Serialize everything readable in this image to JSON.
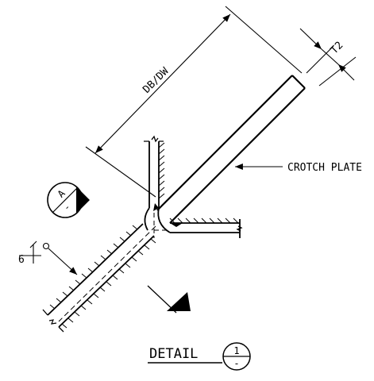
{
  "labels": {
    "db_dw": "DB/DW",
    "t2": "T2",
    "crotch_plate": "CROTCH PLATE",
    "weld_size": "6",
    "section_letter": "A",
    "section_sheet": "-",
    "detail_title": "DETAIL",
    "detail_number": "1",
    "detail_sheet": "-"
  }
}
